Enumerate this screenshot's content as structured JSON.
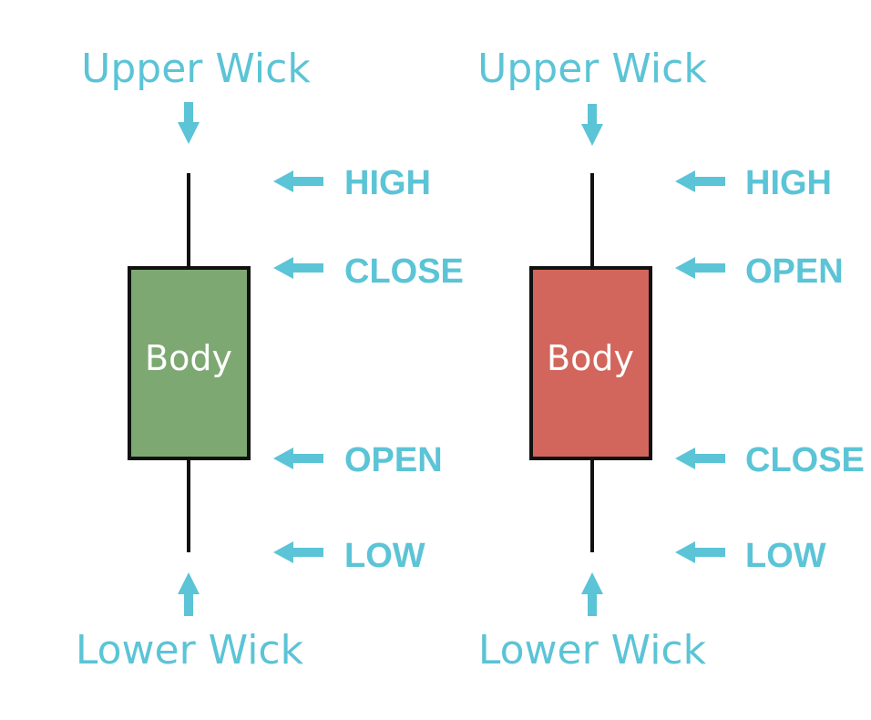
{
  "colors": {
    "accent": "#5bc4d6",
    "bullish_body": "#7ea872",
    "bearish_body": "#d2665c",
    "outline": "#111111"
  },
  "candles": [
    {
      "upper_wick_label": "Upper Wick",
      "lower_wick_label": "Lower Wick",
      "body_label": "Body",
      "levels": [
        "HIGH",
        "CLOSE",
        "OPEN",
        "LOW"
      ]
    },
    {
      "upper_wick_label": "Upper Wick",
      "lower_wick_label": "Lower Wick",
      "body_label": "Body",
      "levels": [
        "HIGH",
        "OPEN",
        "CLOSE",
        "LOW"
      ]
    }
  ]
}
